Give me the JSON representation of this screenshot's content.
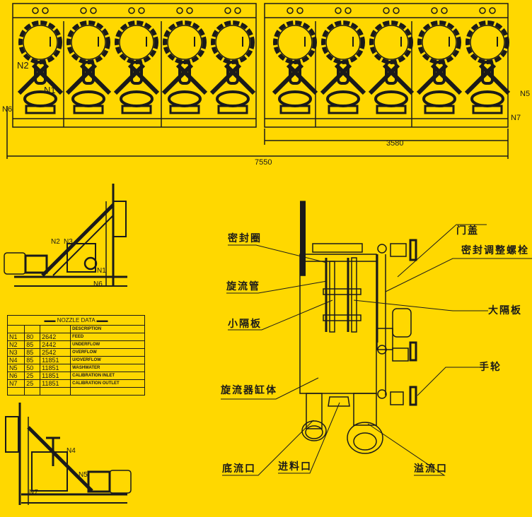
{
  "top_view": {
    "nozzle_labels": [
      "N1",
      "N2",
      "N5",
      "N6",
      "N7"
    ],
    "dimension_total": "7550",
    "dimension_section": "3580",
    "unit_count": 10
  },
  "side_view_1": {
    "nozzle_labels": [
      "N2",
      "N3",
      "N1",
      "N6"
    ]
  },
  "side_view_2": {
    "nozzle_labels": [
      "N4",
      "N5",
      "N7"
    ]
  },
  "nozzle_table": {
    "title": "NOZZLE DATA",
    "header_description": "DESCRIPTION",
    "rows": [
      {
        "id": "N1",
        "size": "80",
        "rating": "2642",
        "desc": "FEED"
      },
      {
        "id": "N2",
        "size": "85",
        "rating": "2442",
        "desc": "UNDERFLOW"
      },
      {
        "id": "N3",
        "size": "85",
        "rating": "2542",
        "desc": "OVERFLOW"
      },
      {
        "id": "N4",
        "size": "85",
        "rating": "11851",
        "desc": "U/OVERFLOW"
      },
      {
        "id": "N5",
        "size": "50",
        "rating": "11851",
        "desc": "WASHWATER"
      },
      {
        "id": "N6",
        "size": "25",
        "rating": "11851",
        "desc": "CALIBRATION INLET"
      },
      {
        "id": "N7",
        "size": "25",
        "rating": "11851",
        "desc": "CALIBRATION OUTLET"
      }
    ]
  },
  "section_view": {
    "labels": {
      "seal_ring": "密封圈",
      "cyclone_tube": "旋流管",
      "small_baffle": "小隔板",
      "cyclone_body": "旋流器缸体",
      "underflow_port": "底流口",
      "feed_port": "进料口",
      "overflow_port": "溢流口",
      "door_cover": "门盖",
      "seal_bolt": "密封调整螺栓",
      "large_baffle": "大隔板",
      "handwheel": "手轮"
    }
  },
  "colors": {
    "background": "#FFD800",
    "line": "#1a1a1a"
  }
}
